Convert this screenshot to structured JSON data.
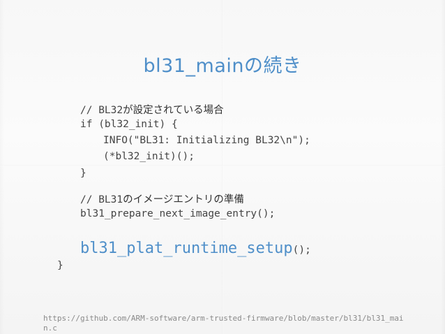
{
  "slide": {
    "title": "bl31_mainの続き",
    "code": {
      "comment1_prefix": "// BL32",
      "comment1_jp": "が設定されている場合",
      "if_line": "if (bl32_init) {",
      "info_line": "INFO(\"BL31: Initializing BL32\\n\");",
      "call_line": "(*bl32_init)();",
      "close_brace_inner": "}",
      "comment2_prefix": "// BL31",
      "comment2_jp": "のイメージエントリの準備",
      "prepare_line": "bl31_prepare_next_image_entry();",
      "runtime_func": "bl31_plat_runtime_setup",
      "runtime_suffix": "();",
      "close_brace_outer": "}"
    },
    "source_url": "https://github.com/ARM-software/arm-trusted-firmware/blob/master/bl31/bl31_main.c"
  }
}
